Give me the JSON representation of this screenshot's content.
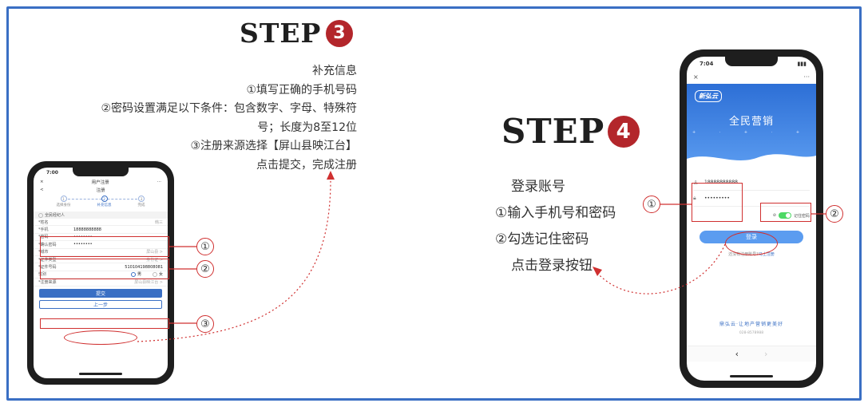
{
  "step3": {
    "word": "STEP",
    "num": "3",
    "lines": [
      "补充信息",
      "①填写正确的手机号码",
      "②密码设置满足以下条件：包含数字、字母、特殊符",
      "号；长度为8至12位",
      "③注册来源选择【屏山县映江台】",
      "点击提交，完成注册"
    ]
  },
  "step4": {
    "word": "STEP",
    "num": "4",
    "lines": [
      "登录账号",
      "①输入手机号和密码",
      "②勾选记住密码",
      "点击登录按钮"
    ]
  },
  "phone1": {
    "time": "7:00",
    "close": "×",
    "header_title": "用户注册",
    "more": "···",
    "back": "<",
    "sub_title": "注册",
    "steps": [
      {
        "num": "1",
        "label": "选择身份"
      },
      {
        "num": "2",
        "label": "补充信息"
      },
      {
        "num": "3",
        "label": "完成"
      }
    ],
    "section": "全民经纪人",
    "rows": [
      {
        "k": "*姓名",
        "v": "",
        "r": "韩三"
      },
      {
        "k": "*手机",
        "v": "18888888888",
        "r": ""
      },
      {
        "k": "*密码",
        "v": "••••••••",
        "r": ""
      },
      {
        "k": "*确认密码",
        "v": "••••••••",
        "r": ""
      },
      {
        "k": "*城市",
        "v": "",
        "r": "屏山县 >"
      },
      {
        "k": "*证件类型",
        "v": "",
        "r": "身份证 >"
      },
      {
        "k": "*证件号码",
        "v": "",
        "r": "510104198808081"
      },
      {
        "k": "性别",
        "v": "男",
        "r": "女"
      },
      {
        "k": "*注册来源",
        "v": "",
        "r": "屏山县映江台 >"
      }
    ],
    "submit": "提交",
    "prev": "上一步"
  },
  "phone2": {
    "time": "7:04",
    "close": "×",
    "more": "···",
    "logo": "新弘云",
    "tagline": "全民营销",
    "stars": "+ · + · +",
    "phone_value": "18888888888",
    "password_value": "•••••••••",
    "remember": "记住密码",
    "login": "登录",
    "register_prompt": "还没有注册账号?",
    "register_link": "马上注册",
    "footer_slogan": "鼎弘云·让地产营销更美好",
    "footer_phone": "028-8578988",
    "nav_back": "‹",
    "nav_forward": "›"
  },
  "badges": {
    "p1_1": "①",
    "p1_2": "②",
    "p1_3": "③",
    "p2_1": "①",
    "p2_2": "②"
  },
  "colors": {
    "accent": "#3a6fc4",
    "step_badge": "#b3262b",
    "annotation": "#d03030"
  }
}
